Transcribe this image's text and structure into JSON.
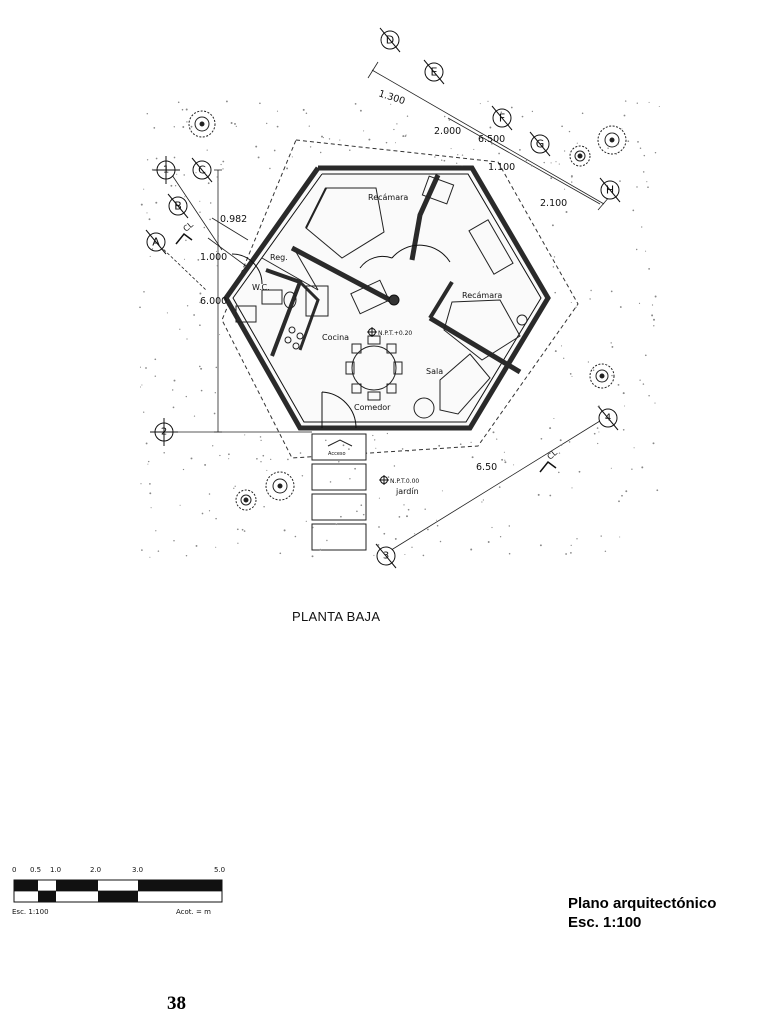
{
  "plan": {
    "title": "PLANTA BAJA",
    "rooms": {
      "recamara_1": "Recámara",
      "recamara_2": "Recámara",
      "cocina": "Cocina",
      "sala": "Sala",
      "comedor": "Comedor",
      "reg": "Reg.",
      "wc": "W.C.",
      "acceso": "Acceso",
      "jardin": "jardín"
    },
    "levels": {
      "npt_interior": "N.P.T.+0.20",
      "npt_exterior": "N.P.T.0.00"
    },
    "dimensions": {
      "d1300": "1.300",
      "d2000": "2.000",
      "d6500": "6.500",
      "d1100": "1.100",
      "d2100": "2.100",
      "d0982": "0.982",
      "d1000": "1.000",
      "d6000": "6.000",
      "d650": "6.50"
    },
    "axes": {
      "a": "A",
      "b": "B",
      "c": "C",
      "d": "D",
      "e": "E",
      "f": "F",
      "g": "G",
      "h": "H",
      "n1": "1",
      "n2": "2",
      "n3": "3",
      "n4": "4"
    },
    "cut_marks": {
      "cut1": "CL",
      "cut2": "CL"
    }
  },
  "scale_bar": {
    "ticks": [
      "0",
      "0.5",
      "1.0",
      "2.0",
      "3.0",
      "5.0"
    ],
    "scale_label": "Esc. 1:100",
    "units_label": "Acot. = m"
  },
  "sheet": {
    "title_line1": "Plano arquitectónico",
    "title_line2": "Esc. 1:100",
    "page_number": "38"
  }
}
